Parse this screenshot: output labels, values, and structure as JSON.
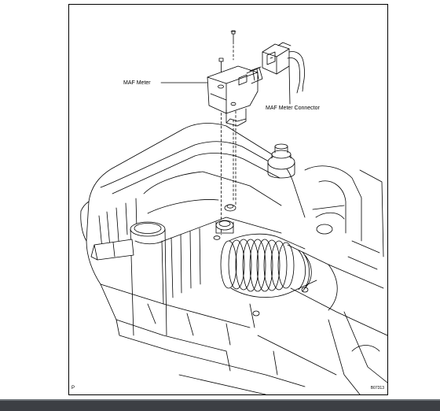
{
  "labels": {
    "maf_meter": "MAF Meter",
    "maf_meter_connector": "MAF Meter Connector",
    "corner_letter": "P",
    "figure_code": "B07313"
  },
  "colors": {
    "line": "#000000",
    "background": "#ffffff",
    "bottom_bar": "#3c3f44"
  }
}
